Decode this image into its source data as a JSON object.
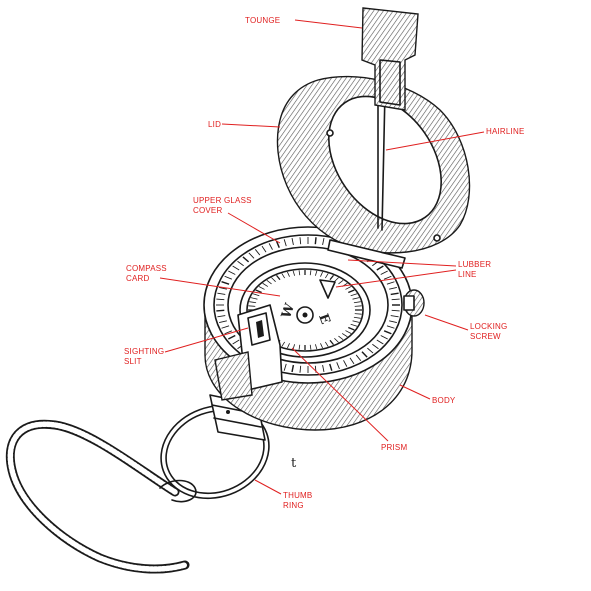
{
  "labels": {
    "tounge": "TOUNGE",
    "lid": "LID",
    "hairline": "HAIRLINE",
    "upper_glass_1": "UPPER GLASS",
    "upper_glass_2": "COVER",
    "compass_card_1": "COMPASS",
    "compass_card_2": "CARD",
    "lubber_1": "LUBBER",
    "lubber_2": "LINE",
    "locking_1": "LOCKING",
    "locking_2": "SCREW",
    "sighting_1": "SIGHTING",
    "sighting_2": "SLIT",
    "body": "BODY",
    "prism": "PRISM",
    "thumb_1": "THUMB",
    "thumb_2": "RING"
  },
  "dial": {
    "w": "W",
    "e": "E"
  },
  "stray_text": "t",
  "colors": {
    "label": "#e02020",
    "ink": "#1a1a1a"
  }
}
